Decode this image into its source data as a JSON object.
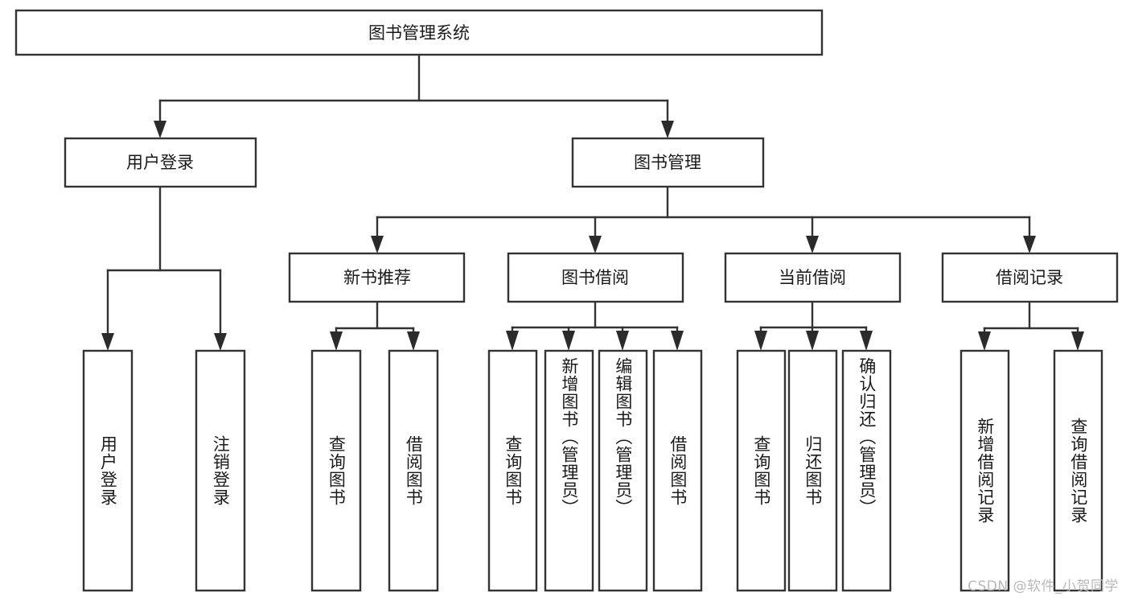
{
  "diagram": {
    "type": "tree-hierarchy",
    "title": "图书管理系统",
    "watermark": "CSDN @软件_小贺同学",
    "colors": {
      "box_stroke": "#333333",
      "box_fill": "#ffffff",
      "text": "#1a1a1a",
      "arrow": "#2b2b2b",
      "background": "#ffffff",
      "watermark": "#b9b9b9"
    },
    "levels": {
      "root": {
        "label": "图书管理系统"
      },
      "level2": [
        {
          "label": "用户登录"
        },
        {
          "label": "图书管理"
        }
      ],
      "level3": [
        {
          "label": "新书推荐"
        },
        {
          "label": "图书借阅"
        },
        {
          "label": "当前借阅"
        },
        {
          "label": "借阅记录"
        }
      ],
      "leaves": [
        {
          "label": "用户登录",
          "parent": "用户登录"
        },
        {
          "label": "注销登录",
          "parent": "用户登录"
        },
        {
          "label": "查询图书",
          "parent": "新书推荐"
        },
        {
          "label": "借阅图书",
          "parent": "新书推荐"
        },
        {
          "label": "查询图书",
          "parent": "图书借阅"
        },
        {
          "label": "新增图书（管理员）",
          "parent": "图书借阅"
        },
        {
          "label": "编辑图书（管理员）",
          "parent": "图书借阅"
        },
        {
          "label": "借阅图书",
          "parent": "图书借阅"
        },
        {
          "label": "查询图书",
          "parent": "当前借阅"
        },
        {
          "label": "归还图书",
          "parent": "当前借阅"
        },
        {
          "label": "确认归还（管理员）",
          "parent": "当前借阅"
        },
        {
          "label": "新增借阅记录",
          "parent": "借阅记录"
        },
        {
          "label": "查询借阅记录",
          "parent": "借阅记录"
        }
      ]
    }
  }
}
